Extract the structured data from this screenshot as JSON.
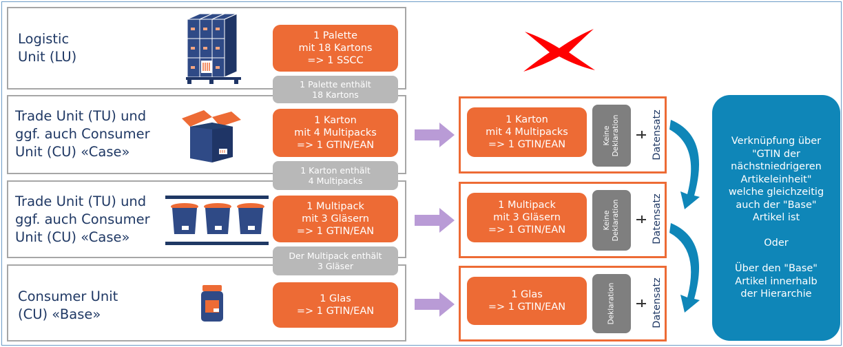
{
  "rows": [
    {
      "label": "Logistic\nUnit (LU)",
      "unit": "1 Palette\nmit 18 Kartons\n=> 1 SSCC"
    },
    {
      "label": "Trade Unit (TU) und\nggf. auch Consumer\nUnit (CU) «Case»",
      "unit": "1 Karton\nmit 4 Multipacks\n=> 1 GTIN/EAN"
    },
    {
      "label": "Trade Unit (TU) und\nggf. auch Consumer\nUnit (CU) «Case»",
      "unit": "1 Multipack\nmit 3 Gläsern\n=> 1 GTIN/EAN"
    },
    {
      "label": "Consumer Unit\n(CU) «Base»",
      "unit": "1 Glas\n=> 1 GTIN/EAN"
    }
  ],
  "connectors": [
    "1 Palette enthält\n18 Kartons",
    "1 Karton enthält\n4 Multipacks",
    "Der Multipack enthält\n3 Gläser"
  ],
  "records": [
    {
      "unit": "1 Karton\nmit 4 Multipacks\n=> 1 GTIN/EAN",
      "declaration": "Keine\nDeklaration",
      "record_label": "Datensatz"
    },
    {
      "unit": "1 Multipack\nmit 3 Gläsern\n=> 1 GTIN/EAN",
      "declaration": "Keine\nDeklaration",
      "record_label": "Datensatz"
    },
    {
      "unit": "1 Glas\n=> 1 GTIN/EAN",
      "declaration": "Deklaration",
      "record_label": "Datensatz"
    }
  ],
  "link_note": {
    "text": "Verknüpfung über\n\"GTIN der\nnächstniedrigeren\nArtikeleinheit\"\nwelche gleichzeitig\nauch der \"Base\"\nArtikel ist\n\nOder\n\nÜber den \"Base\"\nArtikel innerhalb\nder Hierarchie"
  },
  "icons": {
    "logistic": "pallet-icon",
    "trade_case": "carton-box-icon",
    "multipack": "jars-multipack-icon",
    "consumer": "jar-icon",
    "not_applicable": "red-cross-icon",
    "arrow": "right-arrow-icon",
    "link": "curved-arrow-icon"
  },
  "colors": {
    "orange": "#ed6b35",
    "navy": "#1f3864",
    "grey": "#b8b8b8",
    "dark_grey": "#7f7f7f",
    "blue": "#0f86b8",
    "purple_arrow": "#b99bd6",
    "cross": "#ff0000"
  }
}
